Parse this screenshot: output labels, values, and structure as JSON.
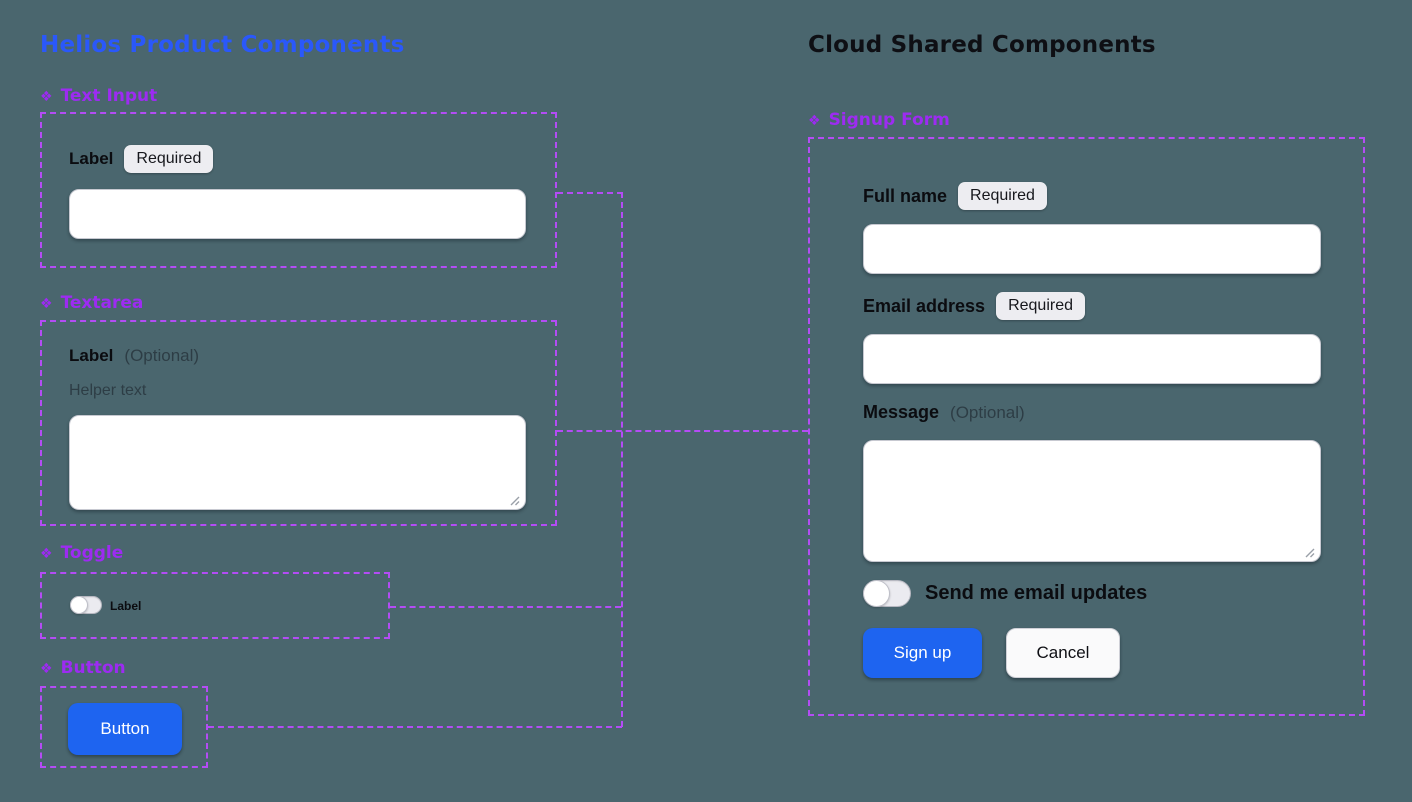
{
  "colors": {
    "background": "#4a666e",
    "left_title_blue": "#2a58fa",
    "component_label_purple": "#9d2bf2",
    "wire_purple": "#b44cf5",
    "primary_button_blue": "#1e64f0",
    "badge_background": "#ededf1",
    "field_background": "#ffffff"
  },
  "icons": {
    "component": "❖"
  },
  "left": {
    "title": "Helios Product Components",
    "text_input": {
      "header": "Text Input",
      "label": "Label",
      "badge": "Required",
      "value": ""
    },
    "textarea": {
      "header": "Textarea",
      "label": "Label",
      "optional": "(Optional)",
      "helper": "Helper text",
      "value": ""
    },
    "toggle": {
      "header": "Toggle",
      "label": "Label",
      "state": "off"
    },
    "button": {
      "header": "Button",
      "label": "Button"
    }
  },
  "right": {
    "title": "Cloud Shared Components",
    "signup_form": {
      "header": "Signup Form",
      "fields": [
        {
          "label": "Full name",
          "badge": "Required",
          "value": ""
        },
        {
          "label": "Email address",
          "badge": "Required",
          "value": ""
        },
        {
          "label": "Message",
          "optional": "(Optional)",
          "value": ""
        }
      ],
      "toggle": {
        "label": "Send me email updates",
        "state": "off"
      },
      "submit_label": "Sign up",
      "cancel_label": "Cancel"
    }
  }
}
